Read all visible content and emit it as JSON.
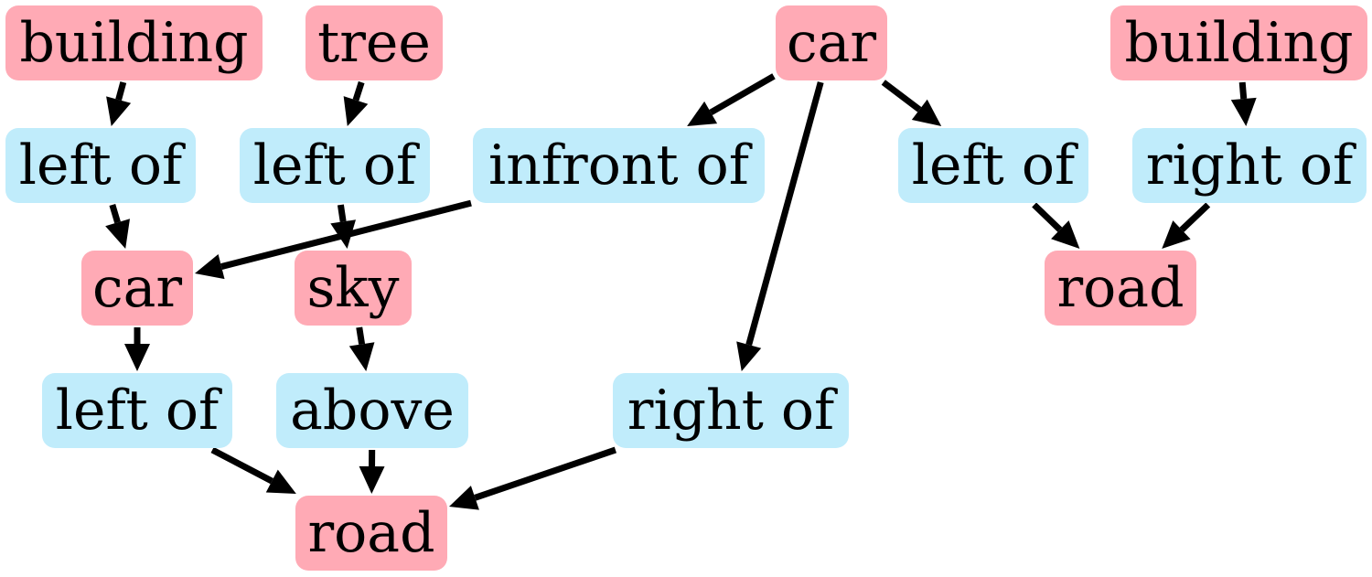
{
  "colors": {
    "object_node": "#ffaab5",
    "relation_node": "#c0ecfb",
    "edge": "#000000",
    "text": "#000000"
  },
  "objects": {
    "building_1": "building",
    "tree": "tree",
    "car_1": "car",
    "building_2": "building",
    "car_2": "car",
    "sky": "sky",
    "road_1": "road",
    "road_2": "road"
  },
  "relations": {
    "left_of_1": "left of",
    "left_of_2": "left of",
    "infront_of": "infront of",
    "left_of_3": "left of",
    "right_of_1": "right of",
    "left_of_4": "left of",
    "above": "above",
    "right_of_2": "right of"
  },
  "edges": [
    [
      "building_1",
      "left_of_1"
    ],
    [
      "left_of_1",
      "car_2"
    ],
    [
      "tree",
      "left_of_2"
    ],
    [
      "left_of_2",
      "sky"
    ],
    [
      "car_1",
      "infront_of"
    ],
    [
      "infront_of",
      "car_2"
    ],
    [
      "car_1",
      "right_of_2"
    ],
    [
      "car_1",
      "left_of_3"
    ],
    [
      "left_of_3",
      "road_2"
    ],
    [
      "building_2",
      "right_of_1"
    ],
    [
      "right_of_1",
      "road_2"
    ],
    [
      "car_2",
      "left_of_4"
    ],
    [
      "left_of_4",
      "road_1"
    ],
    [
      "sky",
      "above"
    ],
    [
      "above",
      "road_1"
    ],
    [
      "right_of_2",
      "road_1"
    ]
  ]
}
